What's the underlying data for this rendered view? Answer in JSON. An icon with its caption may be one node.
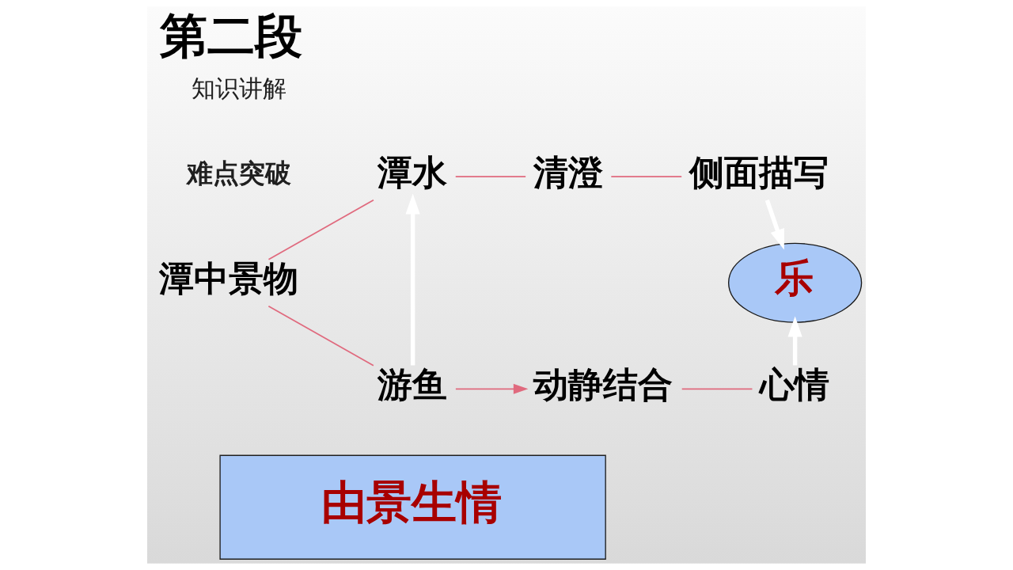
{
  "diagram": {
    "title": "第二段",
    "nodes": [
      {
        "text": [
          "潭中景物"
        ]
      },
      {
        "text": [
          "潭水"
        ]
      },
      {
        "text": [
          "清澄"
        ]
      },
      {
        "text": [
          "侧面描写"
        ]
      },
      {
        "text": [
          "游鱼"
        ]
      },
      {
        "text": [
          "动静结合"
        ]
      },
      {
        "text": [
          "心情"
        ]
      },
      {
        "text": [
          "乐"
        ]
      },
      {
        "text": [
          "由景生情"
        ]
      }
    ],
    "edges": [
      {
        "from": 0,
        "to": 1,
        "arrow": "none"
      },
      {
        "from": 0,
        "to": 4,
        "arrow": "none"
      },
      {
        "from": 1,
        "to": 2,
        "arrow": "none"
      },
      {
        "from": 2,
        "to": 3,
        "arrow": "none"
      },
      {
        "from": 4,
        "to": 5,
        "arrow": "to"
      },
      {
        "from": 5,
        "to": 6,
        "arrow": "none"
      },
      {
        "from": 4,
        "to": 1,
        "arrow": "to",
        "style": "thick",
        "color": "#ffffff"
      },
      {
        "from": 3,
        "to": 7,
        "arrow": "to",
        "style": "thick",
        "color": "#ffffff"
      },
      {
        "from": 6,
        "to": 7,
        "arrow": "to",
        "style": "thick",
        "color": "#ffffff"
      }
    ],
    "labels": [
      "知识讲解",
      "难点突破"
    ]
  }
}
